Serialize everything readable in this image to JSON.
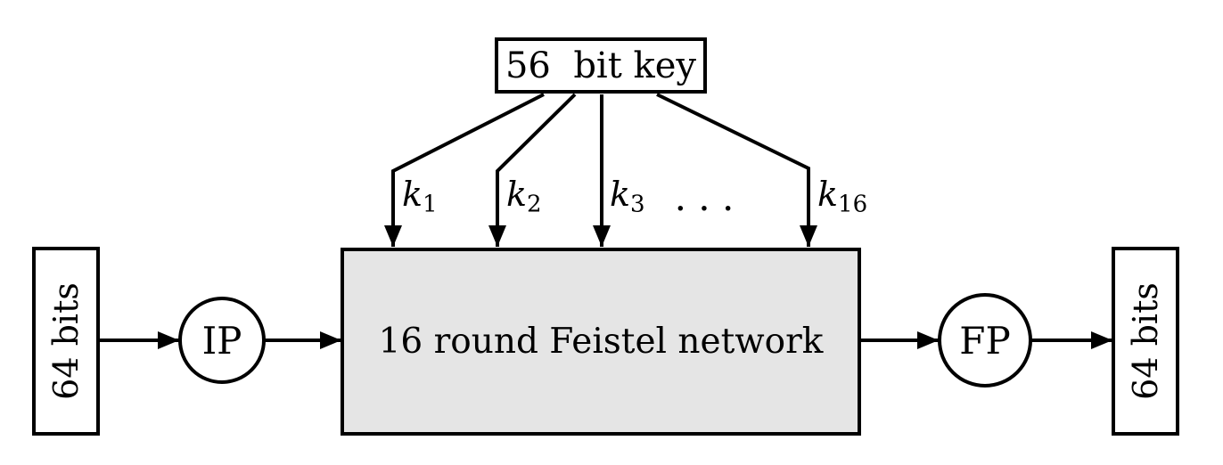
{
  "diagram": {
    "title_hint": "DES overview: 16 round Feistel network with key schedule",
    "key_box": {
      "label": "56  bit key"
    },
    "subkeys": {
      "items": [
        {
          "base": "k",
          "sub": "1"
        },
        {
          "base": "k",
          "sub": "2"
        },
        {
          "base": "k",
          "sub": "3"
        },
        {
          "base": "k",
          "sub": "16"
        }
      ],
      "ellipsis": ". . ."
    },
    "feistel_box": {
      "label": "16 round Feistel network"
    },
    "input_box": {
      "label": "64  bits"
    },
    "output_box": {
      "label": "64  bits"
    },
    "ip_node": {
      "label": "IP"
    },
    "fp_node": {
      "label": "FP"
    },
    "colors": {
      "stroke": "#000000",
      "background": "#ffffff",
      "feistel_fill": "#e5e5e5"
    }
  }
}
